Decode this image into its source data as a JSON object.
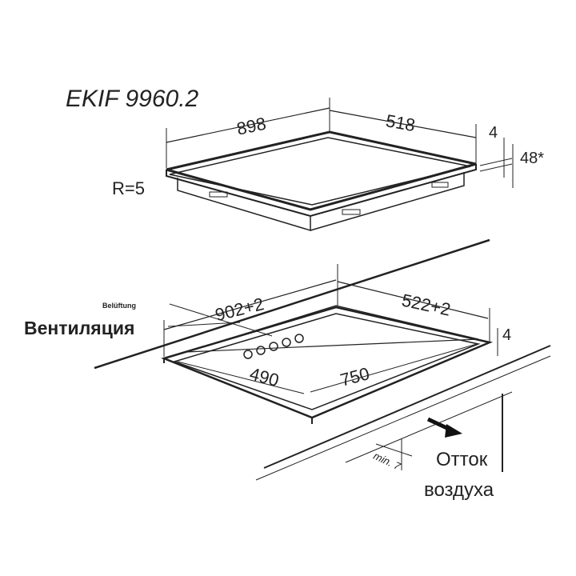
{
  "model": "EKIF 9960.2",
  "hob": {
    "width": "898",
    "depth": "518",
    "glass_thickness": "4",
    "height": "48*",
    "radius": "R=5"
  },
  "cutout": {
    "width": "902+2",
    "depth": "522+2",
    "depth_inner": "4",
    "dim_490": "490",
    "dim_750": "750"
  },
  "labels": {
    "ventilation_de": "Belüftung",
    "ventilation": "Вентиляция",
    "min": "min. 7",
    "airflow_line1": "Отток",
    "airflow_line2": "воздуха"
  }
}
